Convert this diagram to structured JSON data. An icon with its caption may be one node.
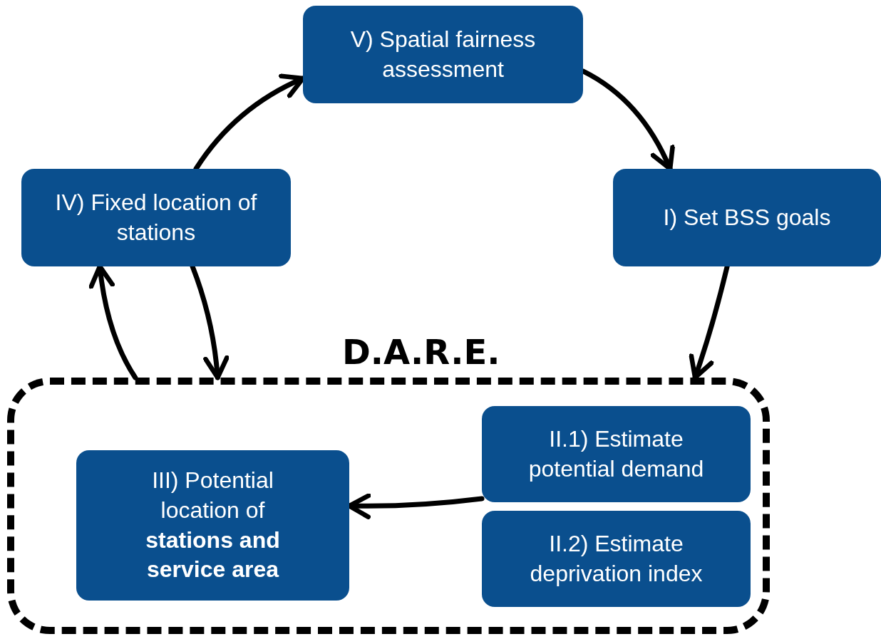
{
  "diagram": {
    "nodes": [
      {
        "text": [
          "V) Spatial fairness assessment"
        ]
      },
      {
        "text": [
          "I) Set BSS goals"
        ]
      },
      {
        "text": [
          "IV) Fixed location of stations"
        ]
      },
      {
        "text": [
          "D.A.R.E."
        ]
      },
      {
        "text": [
          "III) Potential location of **stations and service area**"
        ],
        "in": 3
      },
      {
        "text": [
          "II.1) Estimate potential demand"
        ],
        "in": 3
      },
      {
        "text": [
          "II.2) Estimate deprivation index"
        ],
        "in": 3
      }
    ],
    "edges": [
      {
        "from": 0,
        "to": 1,
        "arrow": "to"
      },
      {
        "from": 1,
        "to": 3,
        "arrow": "to"
      },
      {
        "from": 2,
        "to": 0,
        "arrow": "to"
      },
      {
        "from": 3,
        "to": 2,
        "arrow": "to"
      },
      {
        "from": 2,
        "to": 3,
        "arrow": "to"
      },
      {
        "from": 5,
        "to": 4,
        "arrow": "to"
      }
    ]
  }
}
